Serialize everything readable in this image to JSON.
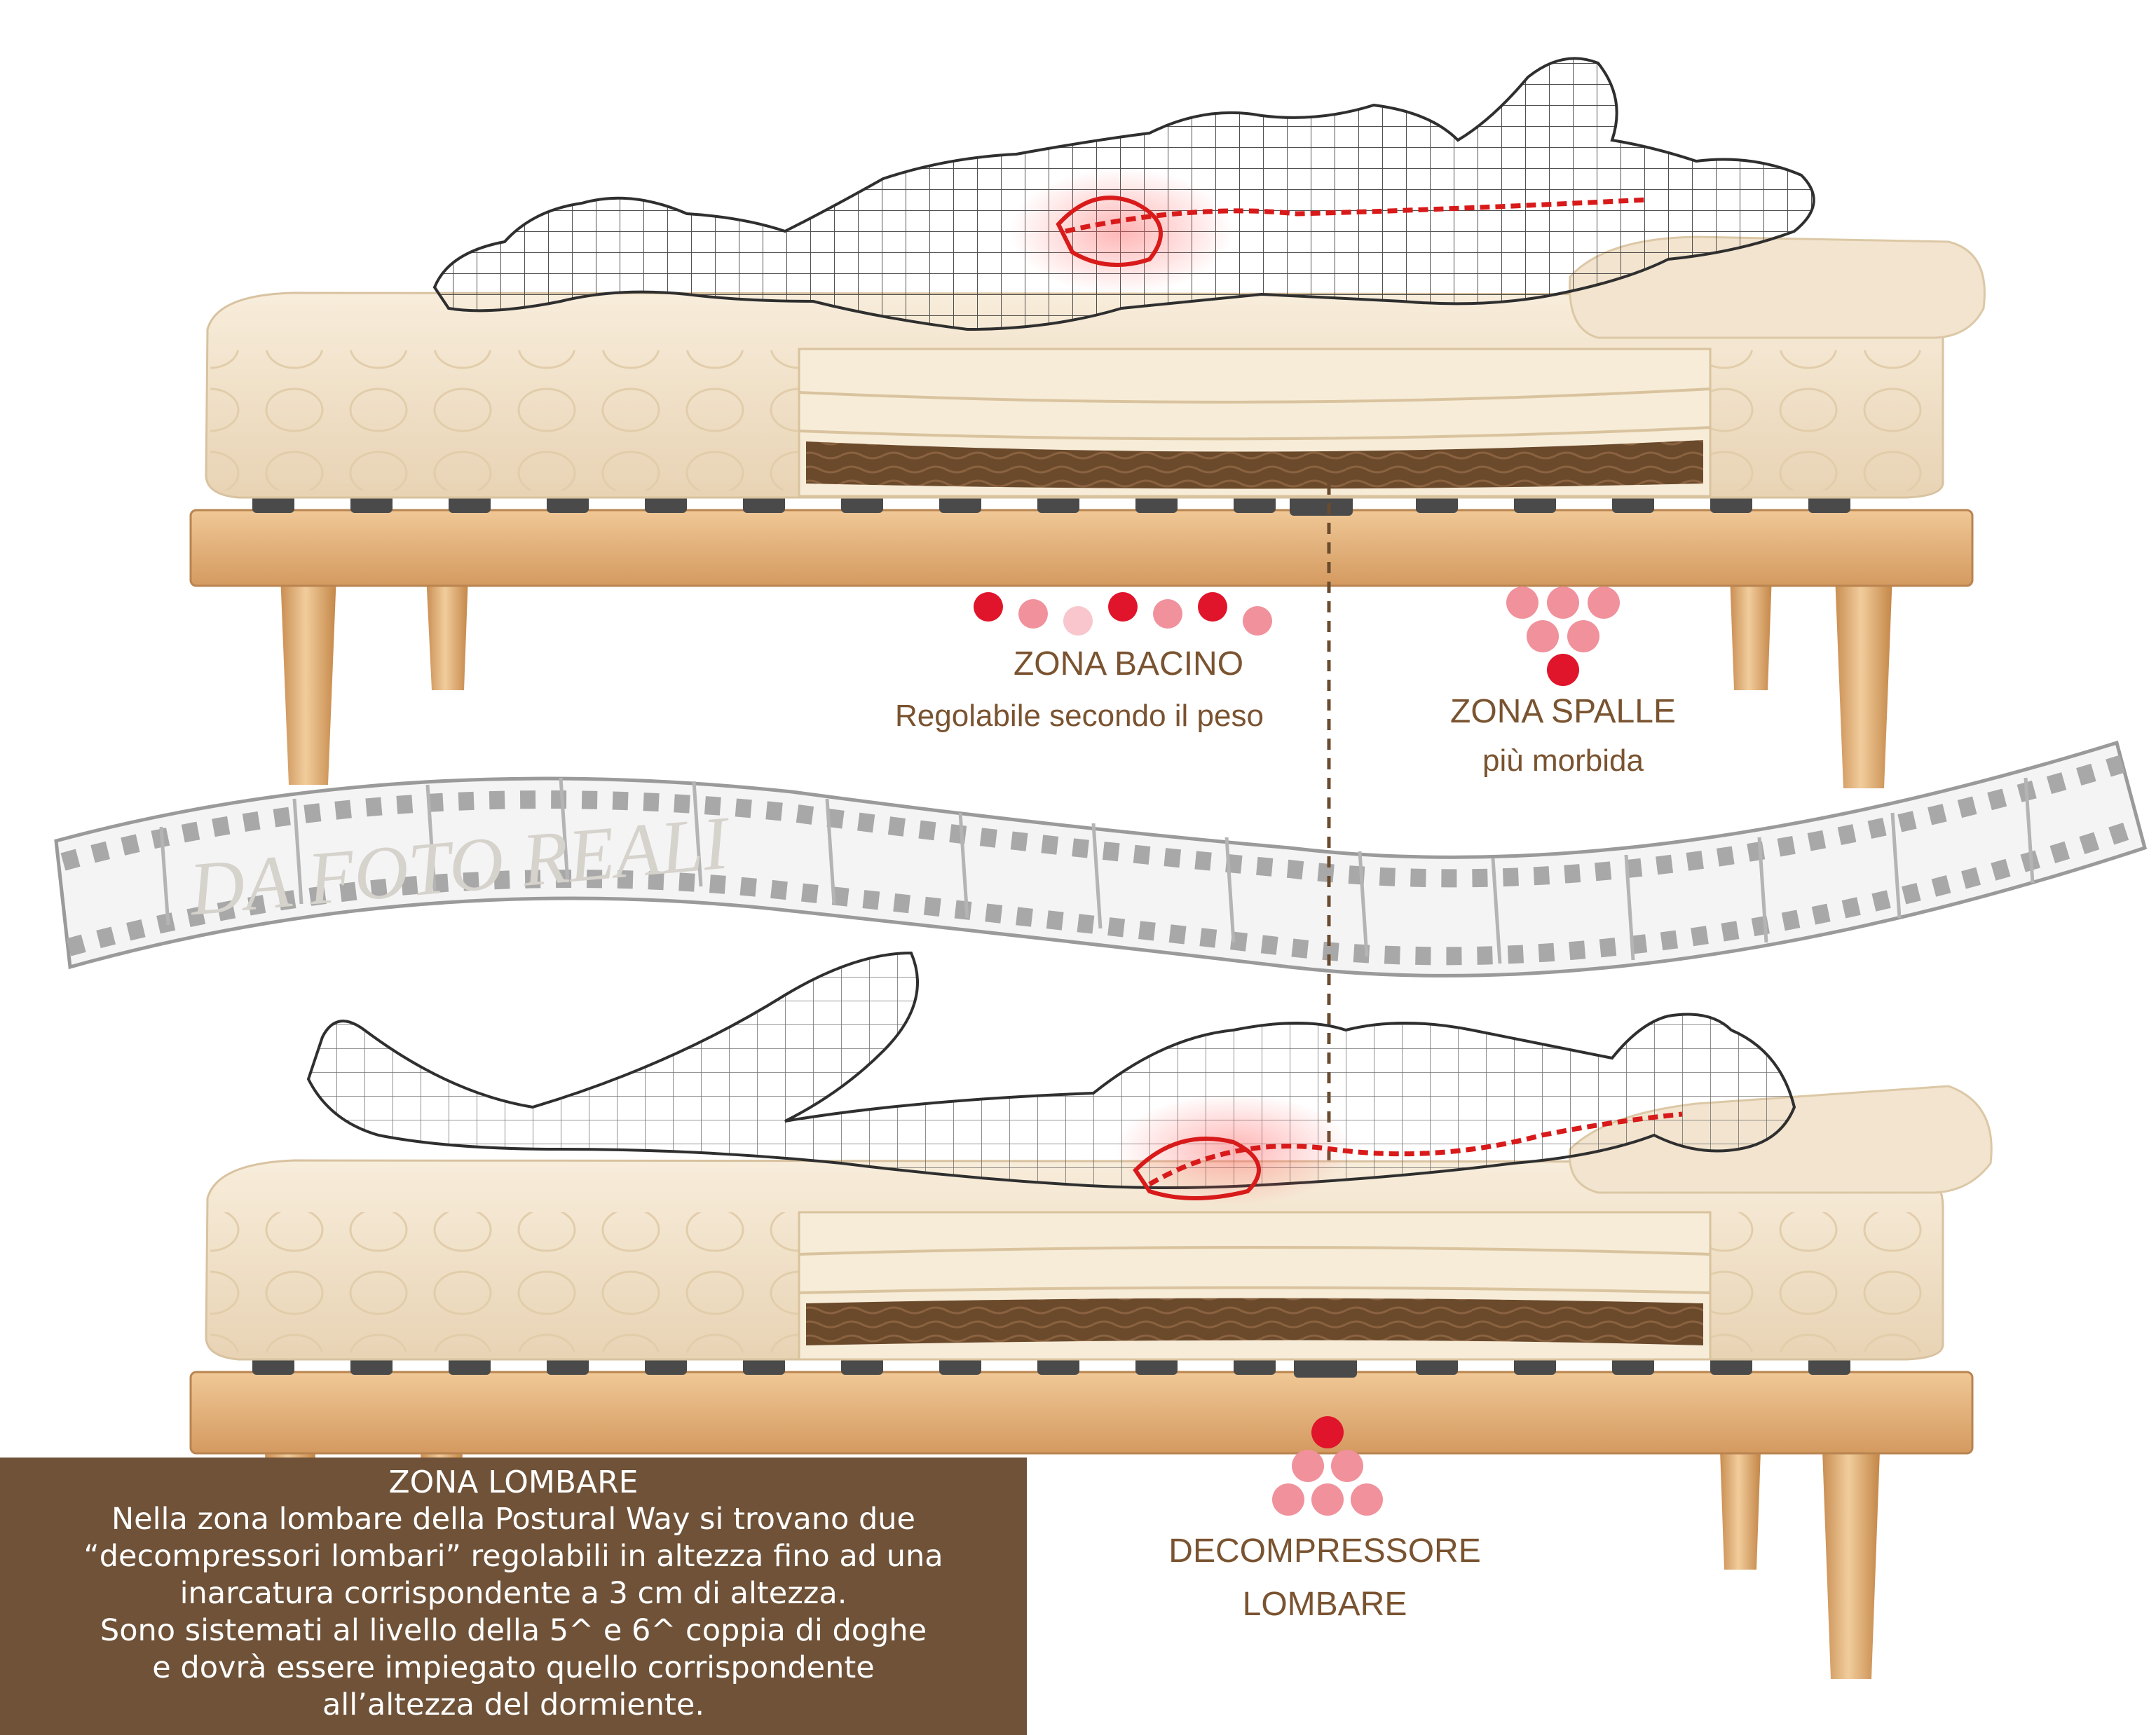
{
  "watermark": "DA FOTO REALI",
  "zones": {
    "bacino": {
      "title": "ZONA BACINO",
      "subtitle": "Regolabile secondo il peso"
    },
    "spalle": {
      "title": "ZONA SPALLE",
      "subtitle": "più morbida"
    },
    "decompressore": {
      "line1": "DECOMPRESSORE",
      "line2": "LOMBARE"
    }
  },
  "lumbar_box": {
    "title": "ZONA LOMBARE",
    "lines": [
      "Nella zona lombare della Postural Way si trovano due",
      "“decompressori lombari” regolabili in altezza fino ad una",
      "inarcatura corrispondente a 3 cm di altezza.",
      "Sono sistemati al livello della 5^ e 6^ coppia di doghe",
      "e dovrà essere impiegato quello corrispondente",
      "all’altezza del dormiente."
    ]
  },
  "colors": {
    "text_brown": "#7a5330",
    "box_brown": "#6f5238",
    "dot_red": "#e0142a",
    "dot_pink": "#f0919c",
    "dot_light": "#f8c6cc",
    "spine_red": "#d81a1a",
    "wood": "#e3b27b",
    "mattress": "#f3e4cc"
  }
}
